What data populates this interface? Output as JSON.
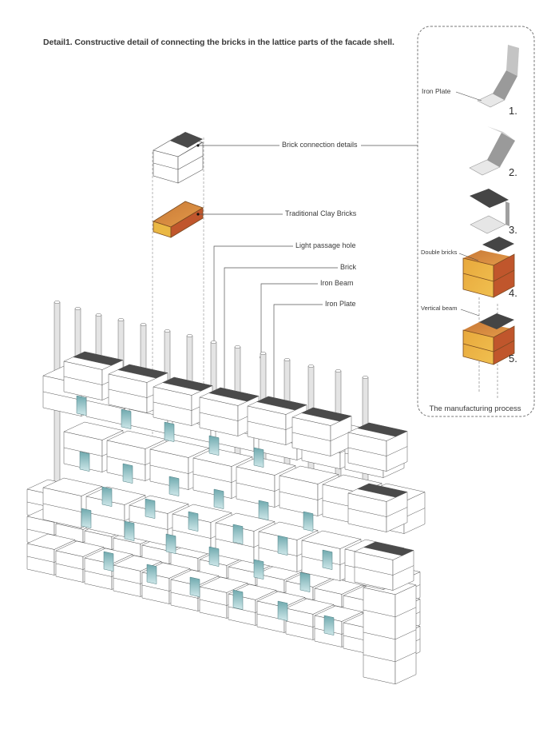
{
  "title": "Detail1. Constructive detail of connecting the bricks in the lattice parts of the facade shell.",
  "callouts": {
    "brick_connection": "Brick connection details",
    "clay_bricks": "Traditional Clay Bricks",
    "light_hole": "Light passage hole",
    "brick": "Brick",
    "iron_beam": "Iron Beam",
    "iron_plate": "Iron Plate"
  },
  "process_panel": {
    "caption": "The manufacturing process",
    "steps": [
      {
        "number": "1.",
        "label": "Iron Plate"
      },
      {
        "number": "2.",
        "label": ""
      },
      {
        "number": "3.",
        "label": ""
      },
      {
        "number": "4.",
        "label": "Double bricks"
      },
      {
        "number": "5.",
        "label": "Vertical beam"
      }
    ]
  },
  "colors": {
    "iron_dark": "#4a4a4a",
    "iron_light": "#dcdcdc",
    "iron_mid": "#a8a8a8",
    "brick_top": "#d98c3c",
    "brick_front": "#e8b040",
    "brick_side": "#c0562c",
    "glass": "#8fc4c8",
    "outline": "#555555"
  }
}
